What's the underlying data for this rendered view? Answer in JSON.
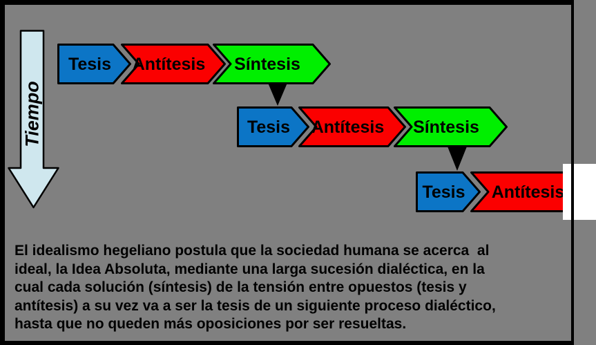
{
  "colors": {
    "background": "#808080",
    "tesis": "#0c75c6",
    "antitesis": "#fb0000",
    "sintesis": "#00ef00",
    "tiempo_fill": "#cfe7ee",
    "connector": "#000000",
    "overlay": "#ffffff",
    "outline": "#000000"
  },
  "diagram": {
    "time_arrow": {
      "label": "Tiempo"
    },
    "rows": [
      {
        "steps": [
          {
            "label": "Tesis"
          },
          {
            "label": "Antítesis"
          },
          {
            "label": "Síntesis"
          }
        ]
      },
      {
        "steps": [
          {
            "label": "Tesis"
          },
          {
            "label": "Antítesis"
          },
          {
            "label": "Síntesis"
          }
        ]
      },
      {
        "steps": [
          {
            "label": "Tesis"
          },
          {
            "label": "Antítesis"
          }
        ]
      }
    ]
  },
  "caption": {
    "lines": [
      "El idealismo hegeliano postula que la sociedad humana se acerca  al",
      "ideal, la Idea Absoluta, mediante una larga sucesión dialéctica, en la",
      "cual cada solución (síntesis) de la tensión entre opuestos (tesis y",
      "antítesis) a su vez va a ser la tesis de un siguiente proceso dialéctico,",
      "hasta que no queden más oposiciones por ser resueltas."
    ]
  }
}
